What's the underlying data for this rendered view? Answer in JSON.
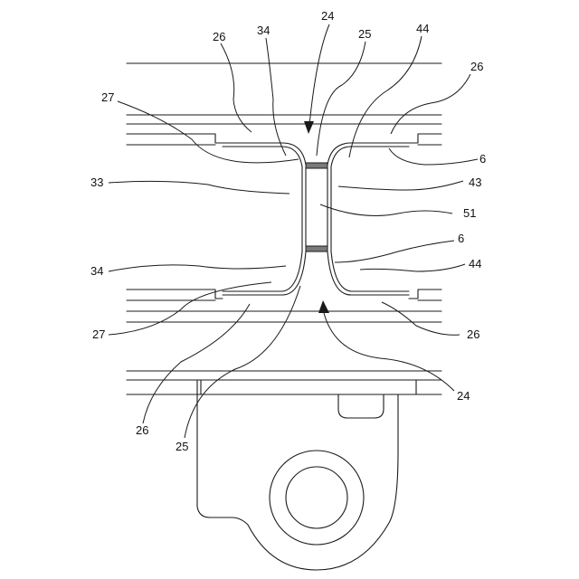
{
  "figure": {
    "labels": {
      "l24_top": "24",
      "l25_top": "25",
      "l26_tl": "26",
      "l34_top": "34",
      "l44_top": "44",
      "l26_tr": "26",
      "l27_top": "27",
      "l6_top": "6",
      "l33": "33",
      "l43": "43",
      "l51": "51",
      "l6_mid": "6",
      "l34_bot": "34",
      "l44_bot": "44",
      "l27_bot": "27",
      "l26_br": "26",
      "l24_bot": "24",
      "l26_bl": "26",
      "l25_bot": "25"
    }
  }
}
